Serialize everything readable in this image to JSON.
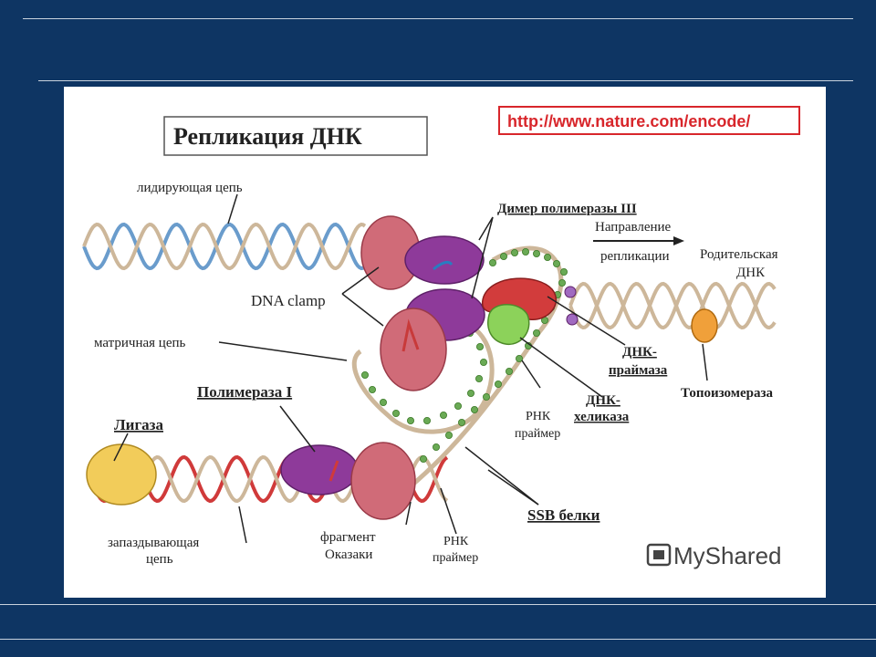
{
  "diagram": {
    "title": "Репликация ДНК",
    "url": "http://www.nature.com/encode/",
    "watermark": "MyShared",
    "labels": {
      "leading_strand": "лидирующая цепь",
      "polymerase_dimer": "Димер полимеразы III",
      "direction_1": "Направление",
      "direction_2": "репликации",
      "parental_1": "Родительская",
      "parental_2": "ДНК",
      "dna_clamp": "DNA clamp",
      "template_strand": "матричная цепь",
      "primase_1": "ДНК-",
      "primase_2": "праймаза",
      "topoisomerase": "Топоизомераза",
      "helicase_1": "ДНК-",
      "helicase_2": "хеликаза",
      "rna_primer_top_1": "РНК",
      "rna_primer_top_2": "праймер",
      "polymerase_1": "Полимераза I",
      "ligase": "Лигаза",
      "ssb": "SSB белки",
      "lagging_1": "запаздывающая",
      "lagging_2": "цепь",
      "okazaki_1": "фрагмент",
      "okazaki_2": "Оказаки",
      "rna_primer_bottom_1": "РНК",
      "rna_primer_bottom_2": "праймер"
    },
    "colors": {
      "background": "#0e3563",
      "strand_blue": "#6a9ccc",
      "strand_tan": "#cdb79a",
      "strand_red": "#d03a3a",
      "clamp": "#d06b78",
      "polymerase": "#8e3a9a",
      "primase": "#d23c3c",
      "helicase": "#8cd25a",
      "topoisomerase": "#f0a03a",
      "ligase": "#f2cc5a",
      "ssb": "#6aaa55",
      "url_red": "#d8262b"
    }
  }
}
